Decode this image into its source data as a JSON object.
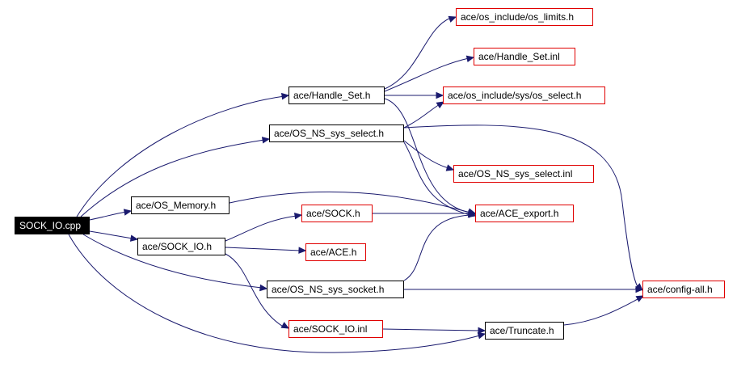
{
  "graph": {
    "nodes": {
      "root": {
        "label": "SOCK_IO.cpp"
      },
      "handle_set_h": {
        "label": "ace/Handle_Set.h"
      },
      "os_limits": {
        "label": "ace/os_include/os_limits.h"
      },
      "handle_set_inl": {
        "label": "ace/Handle_Set.inl"
      },
      "os_select": {
        "label": "ace/os_include/sys/os_select.h"
      },
      "sys_select_h": {
        "label": "ace/OS_NS_sys_select.h"
      },
      "sys_select_inl": {
        "label": "ace/OS_NS_sys_select.inl"
      },
      "os_memory": {
        "label": "ace/OS_Memory.h"
      },
      "sock_h": {
        "label": "ace/SOCK.h"
      },
      "ace_export": {
        "label": "ace/ACE_export.h"
      },
      "sock_io_h": {
        "label": "ace/SOCK_IO.h"
      },
      "ace_h": {
        "label": "ace/ACE.h"
      },
      "sys_socket_h": {
        "label": "ace/OS_NS_sys_socket.h"
      },
      "config_all": {
        "label": "ace/config-all.h"
      },
      "sock_io_inl": {
        "label": "ace/SOCK_IO.inl"
      },
      "truncate_h": {
        "label": "ace/Truncate.h"
      }
    },
    "colors": {
      "edge": "#1a1a6e",
      "normal_border": "#000000",
      "missing_border": "#e00000",
      "root_fill": "#000000",
      "root_text": "#ffffff"
    }
  }
}
